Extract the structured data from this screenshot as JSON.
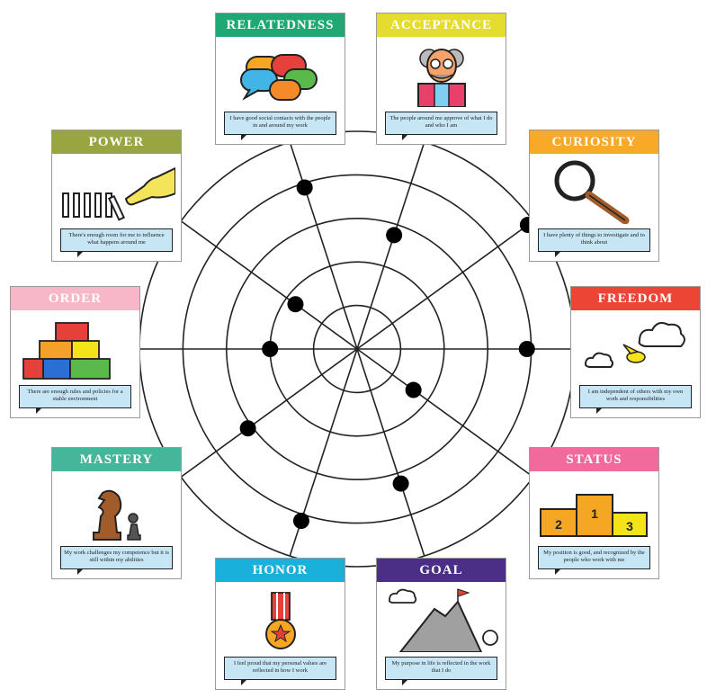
{
  "cards": [
    {
      "key": "relatedness",
      "label": "RELATEDNESS",
      "color": "#1fa873",
      "caption": "I have good social contacts with the people in and around my work",
      "score": 0.78
    },
    {
      "key": "acceptance",
      "label": "ACCEPTANCE",
      "color": "#e4dd2f",
      "caption": "The people around me approve of what I do and who I am",
      "score": 0.55
    },
    {
      "key": "curiosity",
      "label": "CURIOSITY",
      "color": "#f8a927",
      "caption": "I have plenty of things to investigate and to think about",
      "score": 0.97
    },
    {
      "key": "freedom",
      "label": "FREEDOM",
      "color": "#ec4536",
      "caption": "I am independent of others with my own work and responsibilities",
      "score": 0.78
    },
    {
      "key": "status",
      "label": "STATUS",
      "color": "#f06a9c",
      "caption": "My position is good, and recognized by the people who work with me",
      "score": 0.32
    },
    {
      "key": "goal",
      "label": "GOAL",
      "color": "#4b2f86",
      "caption": "My purpose in life is reflected in the work that I do",
      "score": 0.65
    },
    {
      "key": "honor",
      "label": "HONOR",
      "color": "#1ab0dc",
      "caption": "I feel proud that my personal values are reflected in how I work",
      "score": 0.83
    },
    {
      "key": "mastery",
      "label": "MASTERY",
      "color": "#46b69a",
      "caption": "My work challenges my competence but it is still within my abilities",
      "score": 0.62
    },
    {
      "key": "order",
      "label": "ORDER",
      "color": "#f8b7c8",
      "caption": "There are enough rules and policies for a stable environment",
      "score": 0.4
    },
    {
      "key": "power",
      "label": "POWER",
      "color": "#99a540",
      "caption": "There's enough room for me to influence what happens around me",
      "score": 0.35
    }
  ],
  "wheel": {
    "rings": 5,
    "spokes": 10,
    "line_color": "#222222",
    "dot_color": "#000000"
  },
  "icons": {
    "relatedness": "speech-bubbles-icon",
    "acceptance": "professor-icon",
    "curiosity": "magnifying-glass-icon",
    "freedom": "bird-clouds-icon",
    "status": "podium-icon",
    "goal": "mountain-flag-icon",
    "honor": "medal-icon",
    "mastery": "chess-pieces-icon",
    "order": "building-blocks-icon",
    "power": "hand-dominoes-icon"
  },
  "podium": {
    "first": "1",
    "second": "2",
    "third": "3"
  }
}
